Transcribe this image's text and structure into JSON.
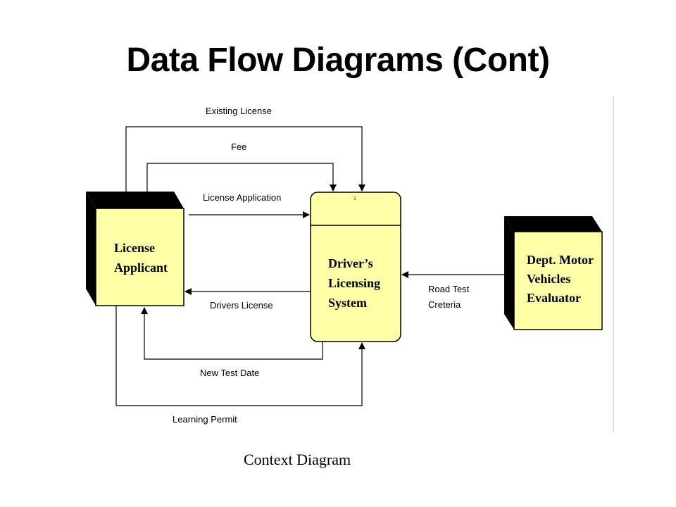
{
  "title": "Data Flow Diagrams (Cont)",
  "caption": "Context Diagram",
  "diagram": {
    "entities": {
      "applicant": {
        "lines": [
          "License",
          "Applicant"
        ]
      },
      "system": {
        "lines": [
          "Driver’s",
          "Licensing",
          "System"
        ]
      },
      "evaluator": {
        "lines": [
          "Dept. Motor",
          "Vehicles",
          "Evaluator"
        ]
      }
    },
    "flows": {
      "existing_license": "Existing License",
      "fee": "Fee",
      "license_application": "License Application",
      "drivers_license": "Drivers License",
      "new_test_date": "New Test Date",
      "learning_permit": "Learning Permit",
      "road_test_criteria_1": "Road Test",
      "road_test_criteria_2": "Creteria"
    }
  },
  "colors": {
    "box_fill": "#ffffa8",
    "shadow": "#000000",
    "line": "#000000"
  }
}
